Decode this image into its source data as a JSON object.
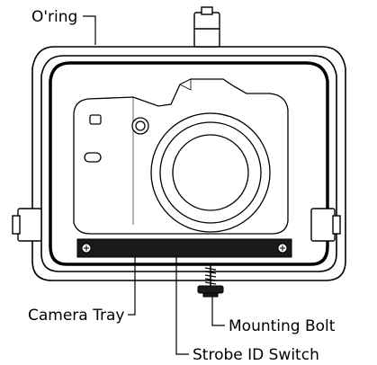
{
  "labels": {
    "oring": "O'ring",
    "camera_tray": "Camera Tray",
    "mounting_bolt": "Mounting Bolt",
    "strobe_id_switch": "Strobe ID Switch"
  },
  "icons": {
    "housing": "camera-housing-icon",
    "camera": "camera-icon",
    "bolt": "mounting-bolt-icon"
  },
  "colors": {
    "line": "#000000",
    "background": "#ffffff"
  }
}
